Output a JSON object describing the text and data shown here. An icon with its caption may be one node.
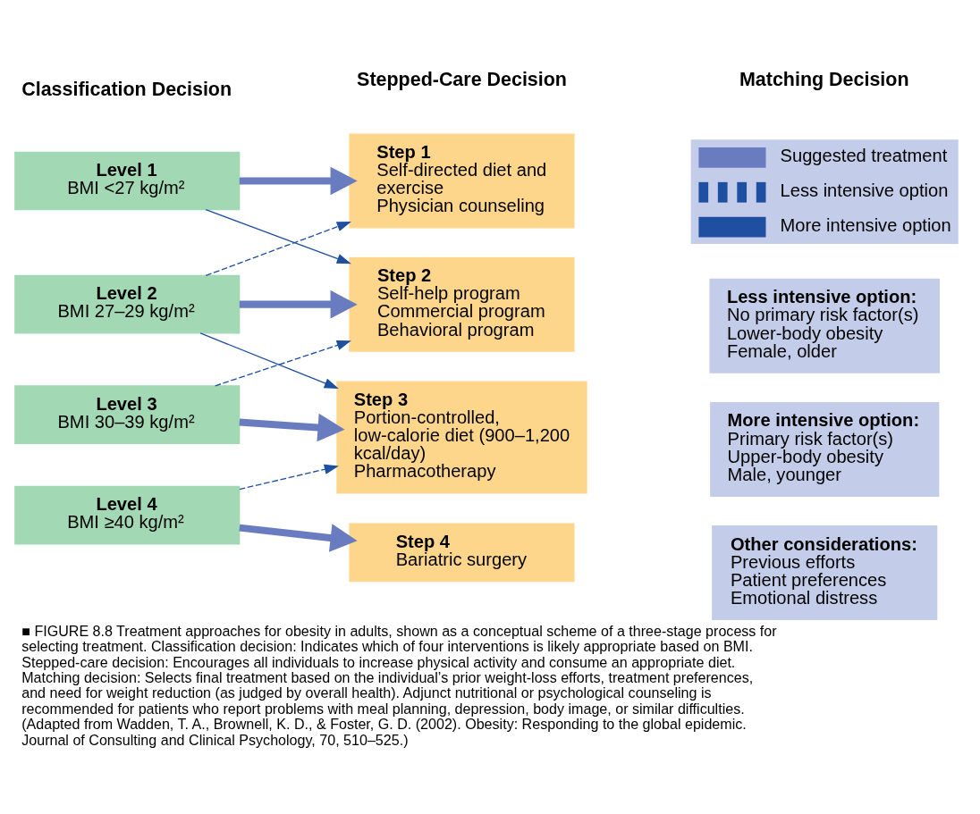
{
  "diagram": {
    "caption": "■ FIGURE 8.8 Treatment approaches for obesity in adults, shown as a conceptual scheme of a three-stage process for selecting treatment. Classification decision: Indicates which of four interventions is likely appropriate based on BMI. Stepped-care decision: Encourages all individuals to increase physical activity and consume an appropriate diet. Matching decision: Selects final treatment based on the individual’s prior weight-loss efforts, treatment preferences, and need for weight reduction (as judged by overall health). Adjunct nutritional or psychological counseling is recommended for patients who report problems with meal planning, depression, body image, or similar difficulties. (Adapted from Wadden, T. A., Brownell, K. D., & Foster, G. D. (2002). Obesity: Responding to the global epidemic. Journal of Consulting and Clinical Psychology, 70, 510–525.)",
    "nodes": [
      {
        "text": [
          "Level 1",
          "BMI <27 kg/m²"
        ]
      },
      {
        "text": [
          "Level 2",
          "BMI 27–29 kg/m²"
        ]
      },
      {
        "text": [
          "Level 3",
          "BMI 30–39 kg/m²"
        ]
      },
      {
        "text": [
          "Level 4",
          "BMI ≥40 kg/m²"
        ]
      },
      {
        "text": [
          "Step 1",
          "Self-directed diet and exercise",
          "Physician counseling"
        ]
      },
      {
        "text": [
          "Step 2",
          "Self-help program",
          "Commercial program",
          "Behavioral program"
        ]
      },
      {
        "text": [
          "Step 3",
          "Portion-controlled, low-calorie diet (900–1,200 kcal/day)",
          "Pharmacotherapy"
        ]
      },
      {
        "text": [
          "Step 4",
          "Bariatric surgery"
        ]
      },
      {
        "text": [
          "Less intensive option:",
          "No primary risk factor(s)",
          "Lower-body obesity",
          "Female, older"
        ]
      },
      {
        "text": [
          "More intensive option:",
          "Primary risk factor(s)",
          "Upper-body obesity",
          "Male, younger"
        ]
      },
      {
        "text": [
          "Other considerations:",
          "Previous efforts",
          "Patient preferences",
          "Emotional distress"
        ]
      }
    ],
    "edges": [
      {
        "from": 0,
        "to": 4,
        "arrow": "to",
        "style": "thick",
        "color": "#6a7cc0"
      },
      {
        "from": 0,
        "to": 5,
        "arrow": "to"
      },
      {
        "from": 1,
        "to": 4,
        "arrow": "to",
        "style": "dashed"
      },
      {
        "from": 1,
        "to": 5,
        "arrow": "to",
        "style": "thick",
        "color": "#6a7cc0"
      },
      {
        "from": 1,
        "to": 6,
        "arrow": "to"
      },
      {
        "from": 2,
        "to": 5,
        "arrow": "to",
        "style": "dashed"
      },
      {
        "from": 2,
        "to": 6,
        "arrow": "to",
        "style": "thick",
        "color": "#6a7cc0"
      },
      {
        "from": 3,
        "to": 6,
        "arrow": "to",
        "style": "dashed"
      },
      {
        "from": 3,
        "to": 7,
        "arrow": "to",
        "style": "thick",
        "color": "#6a7cc0"
      }
    ],
    "labels": [
      "Classification Decision",
      "Stepped-Care Decision",
      "Matching Decision"
    ],
    "legend": [
      {
        "text": "Suggested treatment"
      },
      {
        "text": "Less intensive option"
      },
      {
        "text": "More intensive option"
      }
    ]
  }
}
